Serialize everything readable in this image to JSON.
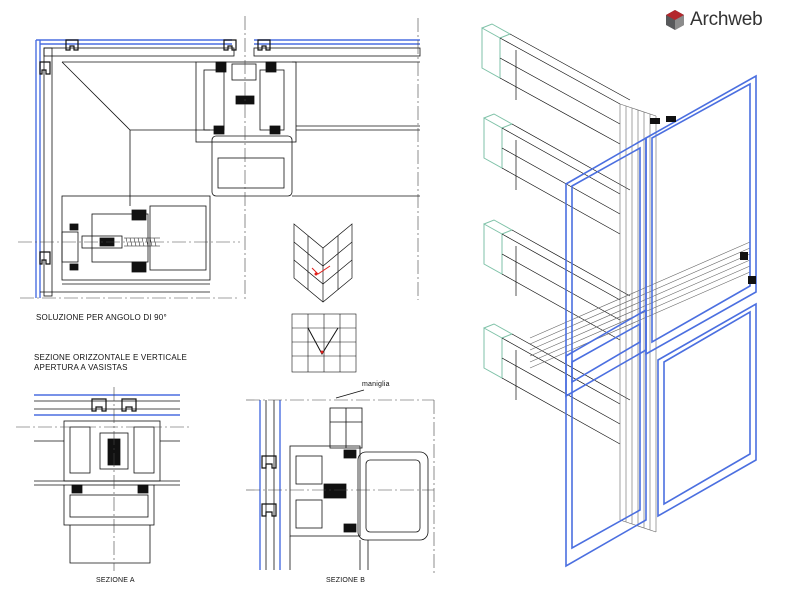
{
  "brand": {
    "name": "Archweb",
    "colors": {
      "red": "#b3282d",
      "dark": "#58595b",
      "gray": "#8c8c8c"
    }
  },
  "labels": {
    "corner_solution": "SOLUZIONE  PER ANGOLO DI 90°",
    "section_line1": "SEZIONE ORIZZONTALE E VERTICALE",
    "section_line2": "APERTURA A VASISTAS",
    "section_a": "SEZIONE A",
    "section_b": "SEZIONE B",
    "handle": "maniglia"
  },
  "colors": {
    "glass_blue": "#4b6fe0",
    "bracket_green": "#7fc2a8",
    "line": "#111111",
    "axis": "#444444",
    "marker_red": "#e0201c"
  }
}
